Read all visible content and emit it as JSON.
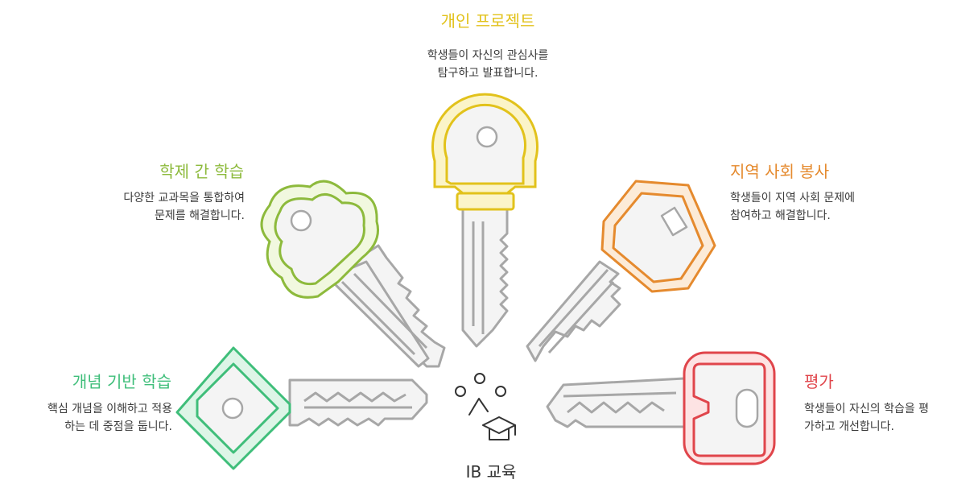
{
  "center": {
    "label": "IB 교육",
    "icon": "graduation-cap-icon"
  },
  "colors": {
    "personal_project": "#E2C21B",
    "interdisciplinary": "#8DBA3C",
    "community_service": "#E58A2E",
    "concept_based": "#3FBE7A",
    "assessment": "#E0454B",
    "key_gray": "#A7A7A7"
  },
  "items": {
    "personal_project": {
      "title": "개인 프로젝트",
      "desc": [
        "학생들이 자신의 관심사를",
        "탐구하고 발표합니다."
      ]
    },
    "interdisciplinary": {
      "title": "학제 간 학습",
      "desc": [
        "다양한 교과목을 통합하여",
        "문제를 해결합니다."
      ]
    },
    "community_service": {
      "title": "지역 사회 봉사",
      "desc": [
        "학생들이 지역 사회 문제에",
        "참여하고 해결합니다."
      ]
    },
    "concept_based": {
      "title": "개념 기반 학습",
      "desc": [
        "핵심 개념을 이해하고 적용",
        "하는 데 중점을 둡니다."
      ]
    },
    "assessment": {
      "title": "평가",
      "desc": [
        "학생들이 자신의 학습을 평",
        "가하고 개선합니다."
      ]
    }
  }
}
